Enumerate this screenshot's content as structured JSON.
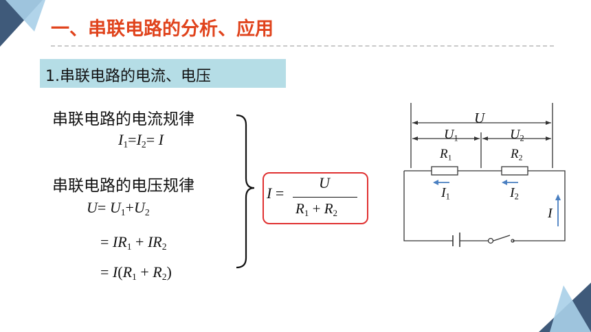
{
  "header": {
    "title": "一、串联电路的分析、应用",
    "section_label": "1.串联电路的电流、电压"
  },
  "content": {
    "current_rule_label": "串联电路的电流规律",
    "voltage_rule_label": "串联电路的电压规律",
    "current_eq": {
      "I": "I",
      "one": "1",
      "two": "2"
    },
    "voltage_eq": {
      "U": "U",
      "one": "1",
      "two": "2",
      "I": "I",
      "R": "R"
    },
    "ohm_formula": {
      "I": "I",
      "U": "U",
      "R": "R",
      "one": "1",
      "two": "2"
    }
  },
  "circuit": {
    "U": "U",
    "U1": "U",
    "U2": "U",
    "R": "R",
    "I": "I",
    "sub1": "1",
    "sub2": "2"
  },
  "colors": {
    "title": "#e0431c",
    "section_bg": "#b5dde6",
    "highlight_border": "#e03030",
    "current_arrow": "#4a7fc1",
    "decor_dark": "#3f5a7a",
    "decor_light": "#a9cfe8"
  }
}
